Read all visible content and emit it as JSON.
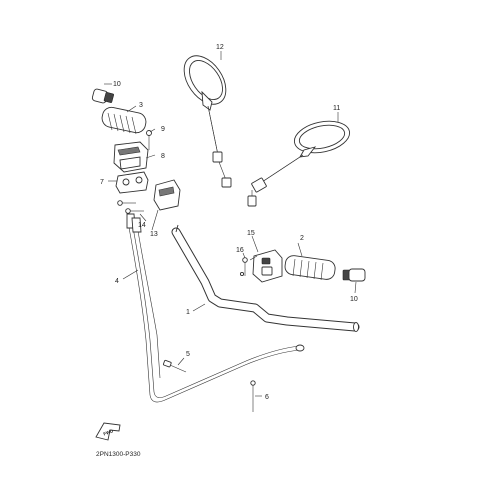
{
  "callouts": {
    "c1": "1",
    "c2": "2",
    "c3": "3",
    "c4": "4",
    "c5": "5",
    "c6": "6",
    "c7": "7",
    "c8": "8",
    "c9": "9",
    "c10a": "10",
    "c10b": "10",
    "c11": "11",
    "c12": "12",
    "c13": "13",
    "c14": "14",
    "c15": "15",
    "c16": "16"
  },
  "front_badge": "FWD",
  "diagram_ref": "2PN1300-P330"
}
